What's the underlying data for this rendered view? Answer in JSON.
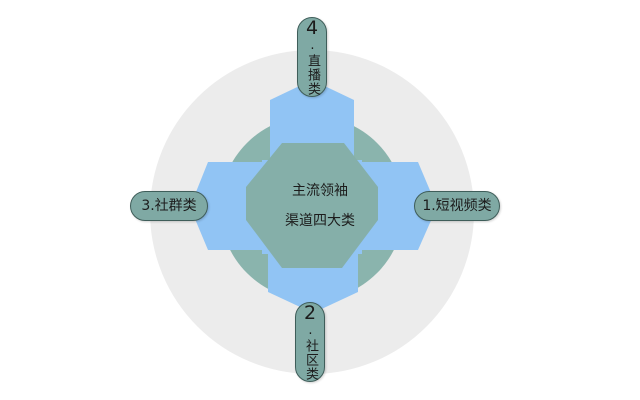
{
  "center": {
    "line1": "主流领袖",
    "line2": "渠道四大类"
  },
  "categories": {
    "top": {
      "num": "4",
      "text": ".直播类"
    },
    "right": {
      "label": "1.短视频类"
    },
    "bottom": {
      "num": "2",
      "text": ".社区类"
    },
    "left": {
      "label": "3.社群类"
    }
  },
  "colors": {
    "outer_circle": "#ececec",
    "inner_circle": "#8ab4ad",
    "cross": "#91c4f4",
    "center_octagon": "#85afa9",
    "label_fill": "#7fa9a4",
    "label_border": "#3f5e5a"
  }
}
